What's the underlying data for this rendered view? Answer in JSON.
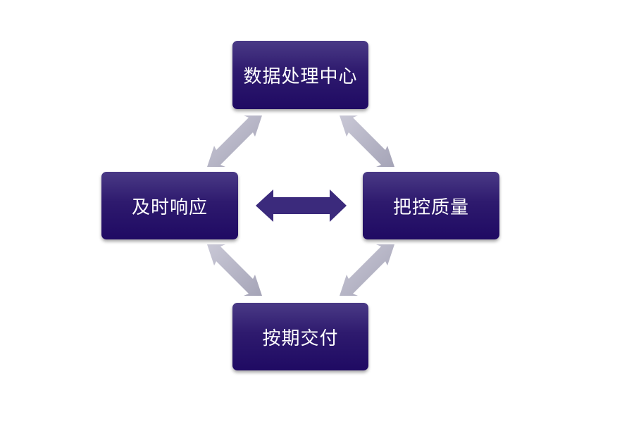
{
  "diagram": {
    "nodes": {
      "top": "数据处理中心",
      "left": "及时响应",
      "right": "把控质量",
      "bottom": "按期交付"
    },
    "colors": {
      "node_fill": "#2a1670",
      "connector_arrow": "#b4b3c4",
      "center_arrow": "#3b2a7c"
    }
  }
}
